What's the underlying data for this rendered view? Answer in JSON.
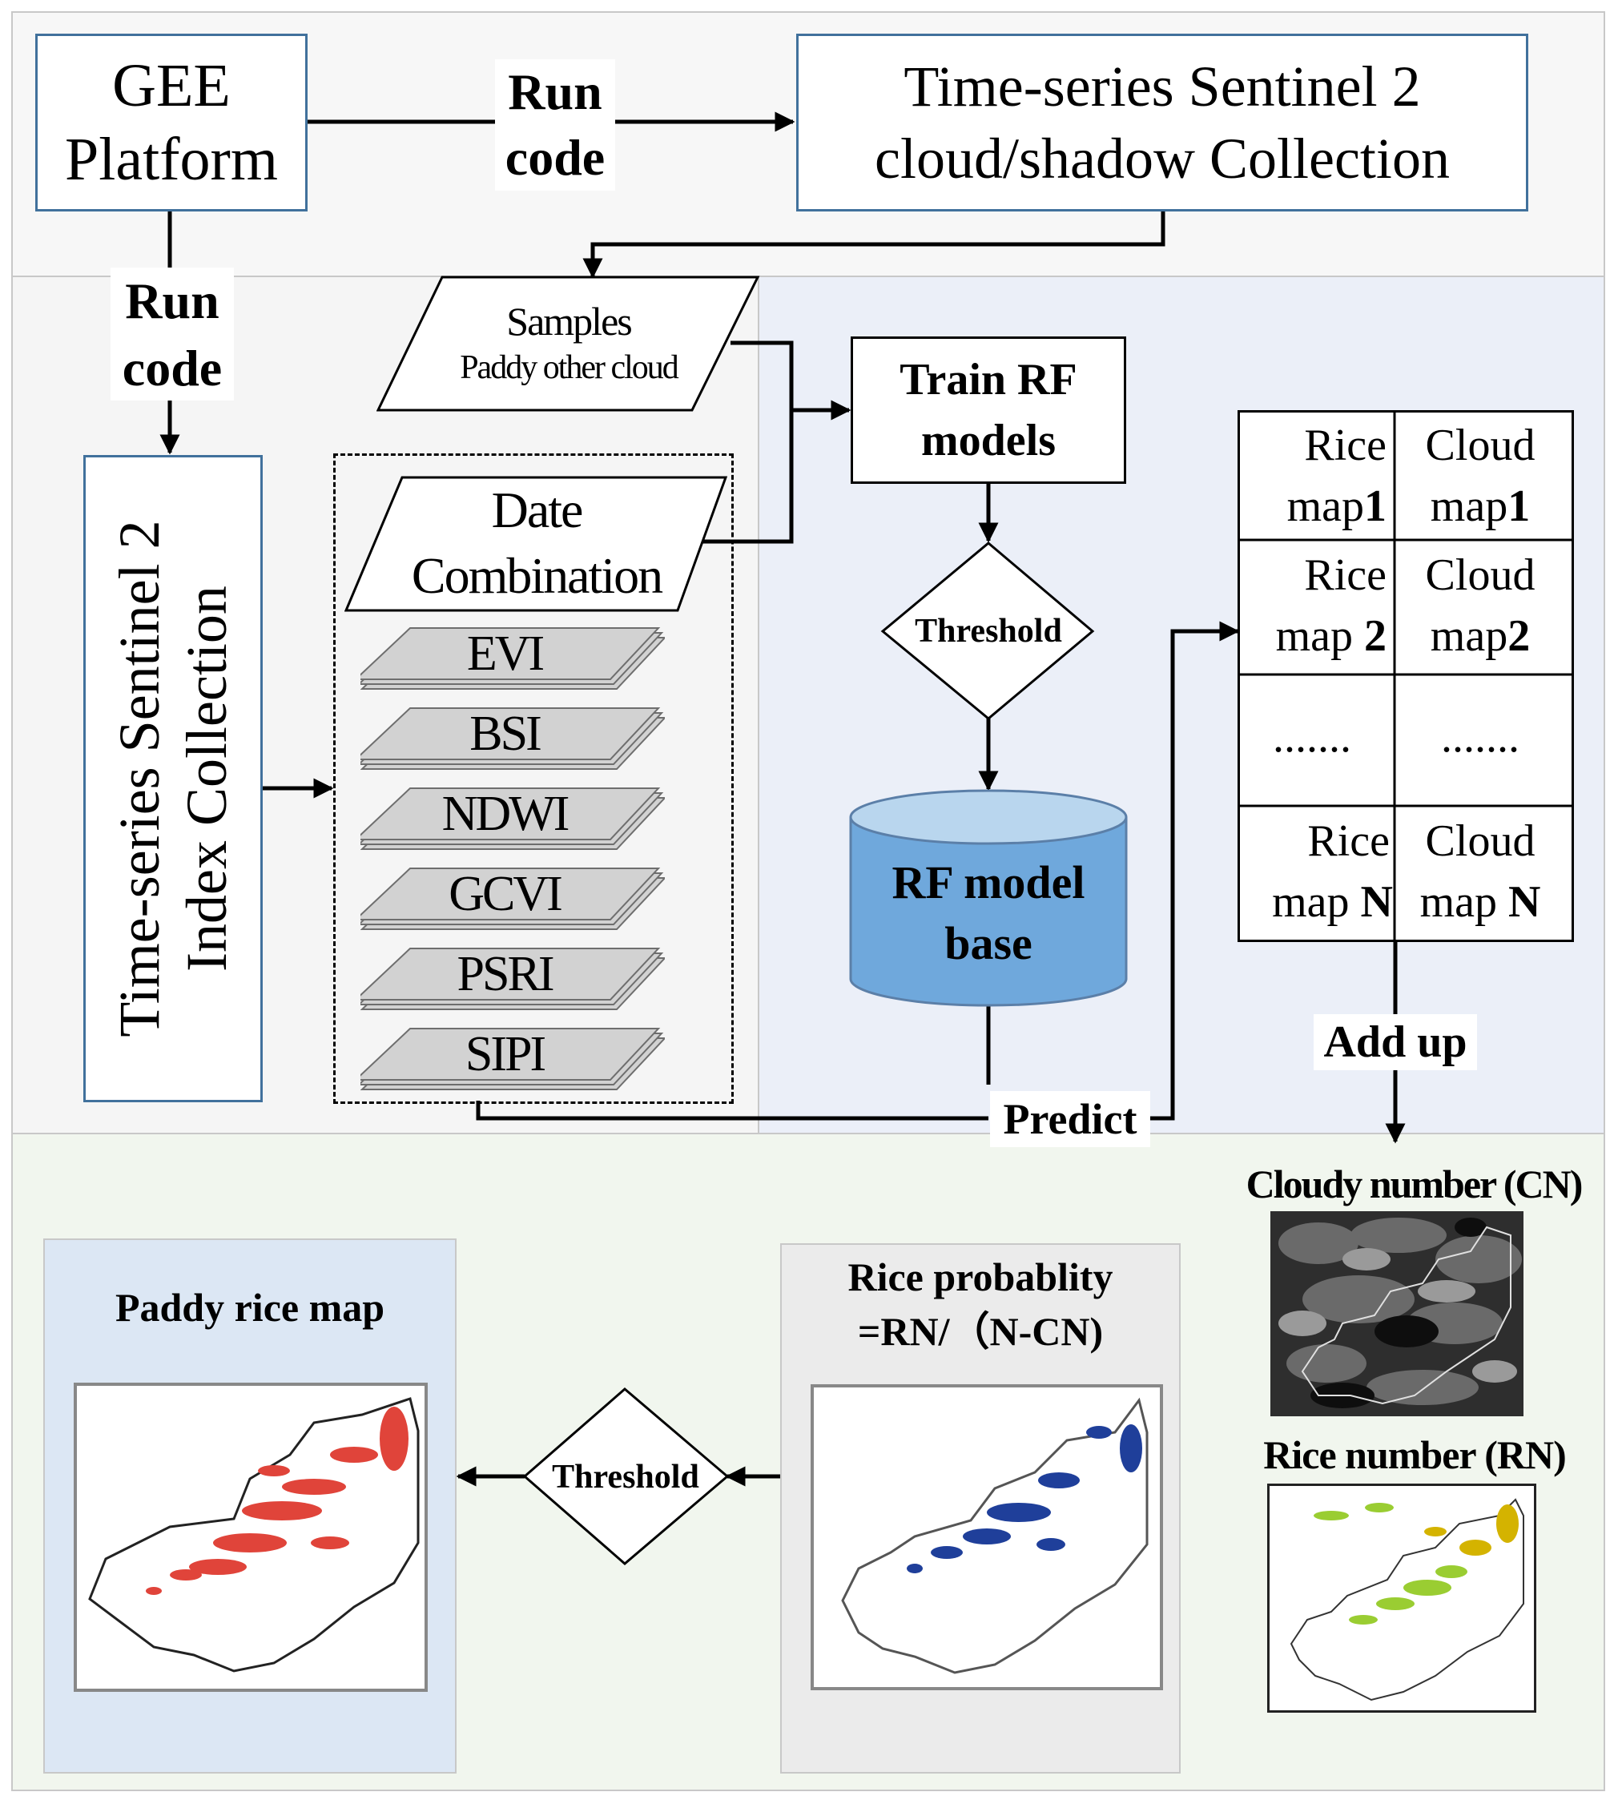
{
  "gee": {
    "line1": "GEE",
    "line2": "Platform"
  },
  "run_code_top": {
    "line1": "Run",
    "line2": "code"
  },
  "run_code_left": {
    "line1": "Run",
    "line2": "code"
  },
  "s2_cloud": {
    "line1": "Time-series Sentinel 2",
    "line2": "cloud/shadow Collection"
  },
  "s2_index": {
    "line1": "Time-series Sentinel 2",
    "line2": "Index Collection"
  },
  "samples": {
    "line1": "Samples",
    "line2": "Paddy other cloud"
  },
  "date_combination": {
    "line1": "Date",
    "line2": "Combination"
  },
  "indices": [
    "EVI",
    "BSI",
    "NDWI",
    "GCVI",
    "PSRI",
    "SIPI"
  ],
  "train_rf": {
    "line1": "Train RF",
    "line2": "models"
  },
  "threshold_mid": "Threshold",
  "rf_base": {
    "line1": "RF model",
    "line2": "base"
  },
  "predict": "Predict",
  "maps_table": [
    {
      "left": [
        "Rice",
        "map",
        "1"
      ],
      "right": [
        "Cloud",
        "map",
        "1"
      ]
    },
    {
      "left": [
        "Rice",
        "map ",
        "2"
      ],
      "right": [
        "Cloud",
        "map",
        "2"
      ]
    },
    {
      "left": [
        "",
        ".......",
        ""
      ],
      "right": [
        "",
        ".......",
        ""
      ]
    },
    {
      "left": [
        "Rice",
        "map ",
        "N"
      ],
      "right": [
        "Cloud",
        "map ",
        "N"
      ]
    }
  ],
  "add_up": "Add up",
  "cloudy_number": "Cloudy number (CN)",
  "rice_number": "Rice number (RN)",
  "rice_prob": {
    "line1": "Rice probablity",
    "line2": "=RN/（N-CN)"
  },
  "threshold_bottom": "Threshold",
  "paddy_map": "Paddy rice map",
  "colors": {
    "box_border": "#41719c",
    "top_panel": "#f7f7f7",
    "mid_panel": "#ebeff8",
    "bottom_panel": "#f1f6ee",
    "cylinder": "#6fa8dc",
    "paddy_panel": "#dce7f4",
    "prob_panel": "#ebebeb",
    "rice_red": "#e0443a",
    "prob_blue": "#1f3f9a",
    "rn_green": "#9acd32"
  }
}
